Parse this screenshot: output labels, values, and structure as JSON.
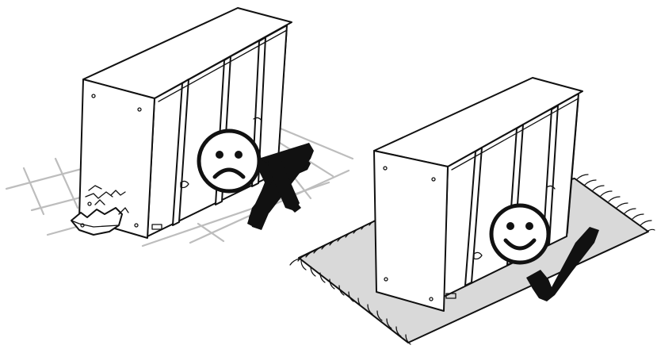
{
  "scene": {
    "wrong": {
      "surface": "tiled-floor",
      "verdict": "incorrect",
      "face_icon": "sad-face-icon",
      "mark_icon": "cross-mark-icon",
      "damage": "chipped-tile-and-cracked-panel"
    },
    "right": {
      "surface": "rug",
      "verdict": "correct",
      "face_icon": "happy-face-icon",
      "mark_icon": "check-mark-icon"
    }
  },
  "colors": {
    "ink": "#111111",
    "floor_grid": "#bdbdbd",
    "rug_fill": "#d9d9d9",
    "background": "#ffffff"
  }
}
